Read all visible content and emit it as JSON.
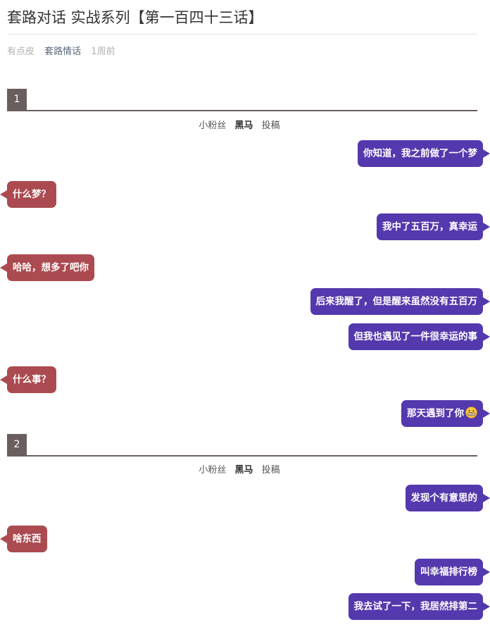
{
  "article": {
    "title": "套路对话 实战系列【第一百四十三话】",
    "author": "有点皮",
    "category": "套路情话",
    "time": "1周前"
  },
  "sections": [
    {
      "number": "1",
      "credit": {
        "prefix": "小粉丝",
        "name": "黑马",
        "suffix": "投稿"
      },
      "messages": [
        {
          "side": "right",
          "text": "你知道，我之前做了一个梦"
        },
        {
          "side": "left",
          "text": "什么梦？"
        },
        {
          "side": "right",
          "text": "我中了五百万，真幸运"
        },
        {
          "side": "left",
          "text": "哈哈，想多了吧你"
        },
        {
          "side": "right",
          "text": "后来我醒了，但是醒来虽然没有五百万"
        },
        {
          "side": "right",
          "text": "但我也遇见了一件很幸运的事"
        },
        {
          "side": "left",
          "text": "什么事？"
        },
        {
          "side": "right",
          "text": "那天遇到了你",
          "emoji": "grinning-face-emoji"
        }
      ]
    },
    {
      "number": "2",
      "credit": {
        "prefix": "小粉丝",
        "name": "黑马",
        "suffix": "投稿"
      },
      "messages": [
        {
          "side": "right",
          "text": "发现个有意思的"
        },
        {
          "side": "left",
          "text": "啥东西"
        },
        {
          "side": "right",
          "text": "叫幸福排行榜"
        },
        {
          "side": "right",
          "text": "我去试了一下，我居然排第二"
        }
      ]
    }
  ],
  "colors": {
    "outgoing_bubble": "#5438ad",
    "incoming_bubble": "#ab4a50",
    "section_marker": "#6b5e5e"
  }
}
